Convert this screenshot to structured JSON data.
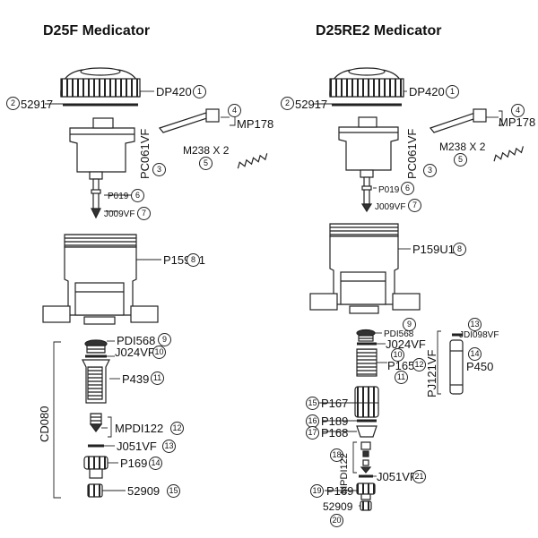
{
  "left": {
    "title": "D25F Medicator",
    "labels": {
      "dp420": "DP420",
      "n1": "1",
      "p52917": "52917",
      "n2": "2",
      "mp178": "MP178",
      "n4": "4",
      "pc061vf": "PC061VF",
      "n3": "3",
      "m238": "M238 X 2",
      "n5": "5",
      "p019": "P019",
      "n6": "6",
      "j009vf": "J009VF",
      "n7": "7",
      "p159u1": "P159U1",
      "n8": "8",
      "pdi568": "PDI568",
      "n9": "9",
      "j024vf": "J024VF",
      "n10": "10",
      "p439": "P439",
      "n11": "11",
      "mpdi122": "MPDI122",
      "n12": "12",
      "j051vf": "J051VF",
      "n13": "13",
      "p169": "P169",
      "n14": "14",
      "p52909": "52909",
      "n15": "15",
      "cd080": "CD080"
    }
  },
  "right": {
    "title": "D25RE2 Medicator",
    "labels": {
      "dp420": "DP420",
      "n1": "1",
      "p52917": "52917",
      "n2": "2",
      "mp178": "MP178",
      "n4": "4",
      "pc061vf": "PC061VF",
      "n3": "3",
      "m238": "M238 X 2",
      "n5": "5",
      "p019": "P019",
      "n6": "6",
      "j009vf": "J009VF",
      "n7": "7",
      "p159u1": "P159U1",
      "n8": "8",
      "pdi568": "PDI568",
      "n9": "9",
      "j024vf": "J024VF",
      "n10": "10",
      "p165": "P165",
      "n12": "12",
      "n11": "11",
      "pj121vf": "PJ121VF",
      "jdi098vf": "JDI098VF",
      "n13": "13",
      "p450": "P450",
      "n14": "14",
      "p167": "P167",
      "n15": "15",
      "p189": "P189",
      "n16": "16",
      "p168": "P168",
      "n17": "17",
      "mpdi122": "MPDI122",
      "n18": "18",
      "j051vf": "J051VF",
      "n21": "21",
      "p169": "P169",
      "n19": "19",
      "p52909": "52909",
      "n20": "20"
    }
  }
}
